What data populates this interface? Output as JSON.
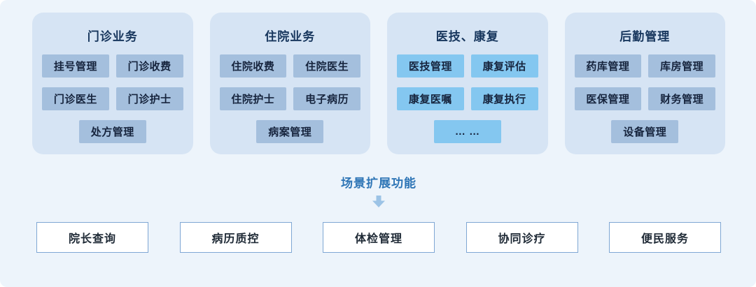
{
  "colors": {
    "page-bg": "#edf4fb",
    "card-bg": "#d6e4f4",
    "tile-bg": "#a4bfdd",
    "tile-bright-bg": "#84c7f0",
    "tile-text": "#16243d",
    "title-color": "#17365d",
    "accent": "#2e75b6",
    "arrow": "#9cc3e6",
    "box-border": "#7fa7d4",
    "box-text": "#1f2a36"
  },
  "cards": [
    {
      "title": "门诊业务",
      "tiles": [
        "挂号管理",
        "门诊收费",
        "门诊医生",
        "门诊护士",
        "处方管理"
      ]
    },
    {
      "title": "住院业务",
      "tiles": [
        "住院收费",
        "住院医生",
        "住院护士",
        "电子病历",
        "病案管理"
      ]
    },
    {
      "title": "医技、康复",
      "tiles": [
        "医技管理",
        "康复评估",
        "康复医嘱",
        "康复执行",
        "… …"
      ]
    },
    {
      "title": "后勤管理",
      "tiles": [
        "药库管理",
        "库房管理",
        "医保管理",
        "财务管理",
        "设备管理"
      ]
    }
  ],
  "extension": {
    "label": "场景扩展功能"
  },
  "bottom_items": [
    "院长查询",
    "病历质控",
    "体检管理",
    "协同诊疗",
    "便民服务"
  ]
}
